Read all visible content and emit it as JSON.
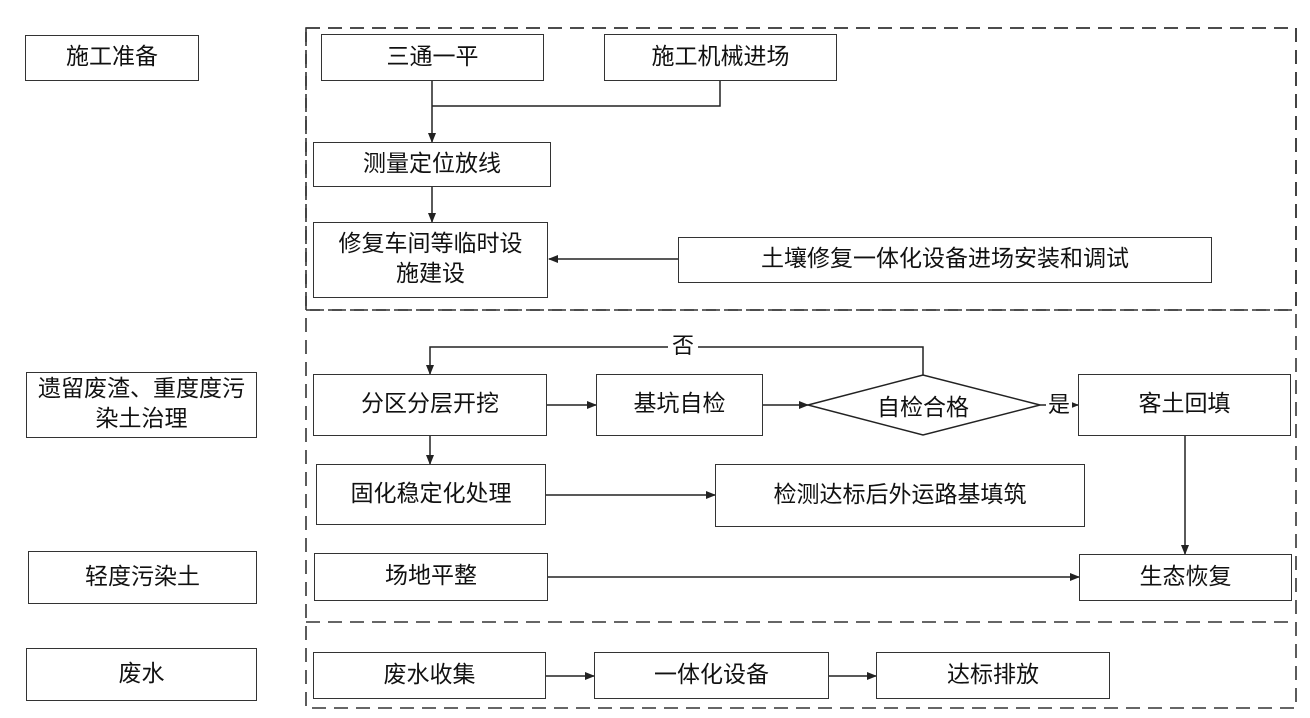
{
  "stages": {
    "prep": "施工准备",
    "residue": "遗留废渣、重度度污染土治理",
    "light": "轻度污染土",
    "water": "废水"
  },
  "steps": {
    "santong": "三通一平",
    "machinery": "施工机械进场",
    "survey": "测量定位放线",
    "temp_facility": "修复车间等临时设施建设",
    "equipment_install": "土壤修复一体化设备进场安装和调试",
    "excavate": "分区分层开挖",
    "pit_check": "基坑自检",
    "self_check_pass": "自检合格",
    "backfill": "客土回填",
    "solidify": "固化稳定化处理",
    "transport": "检测达标后外运路基填筑",
    "leveling": "场地平整",
    "eco_restore": "生态恢复",
    "water_collect": "废水收集",
    "integrated_equipment": "一体化设备",
    "discharge": "达标排放"
  },
  "labels": {
    "no": "否",
    "yes": "是"
  }
}
